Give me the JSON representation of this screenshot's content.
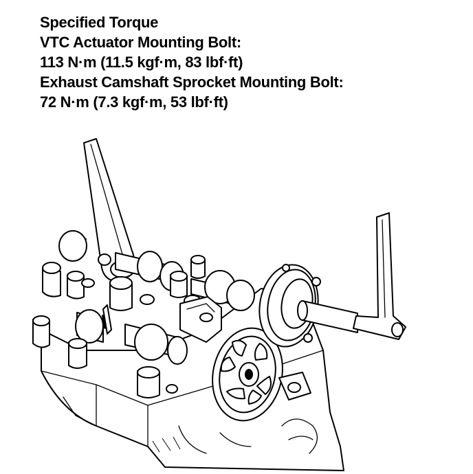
{
  "specification": {
    "heading": "Specified Torque",
    "vtc_label": "VTC Actuator Mounting Bolt:",
    "vtc_value": "113 N·m (11.5 kgf·m, 83 lbf·ft)",
    "exhaust_label": "Exhaust Camshaft Sprocket Mounting Bolt:",
    "exhaust_value": "72 N·m (7.3 kgf·m, 53 lbf·ft)"
  },
  "colors": {
    "ink": "#000000",
    "paper": "#ffffff"
  },
  "illustration": {
    "icon": "cylinder-head-camshaft-wrench-illustration"
  }
}
